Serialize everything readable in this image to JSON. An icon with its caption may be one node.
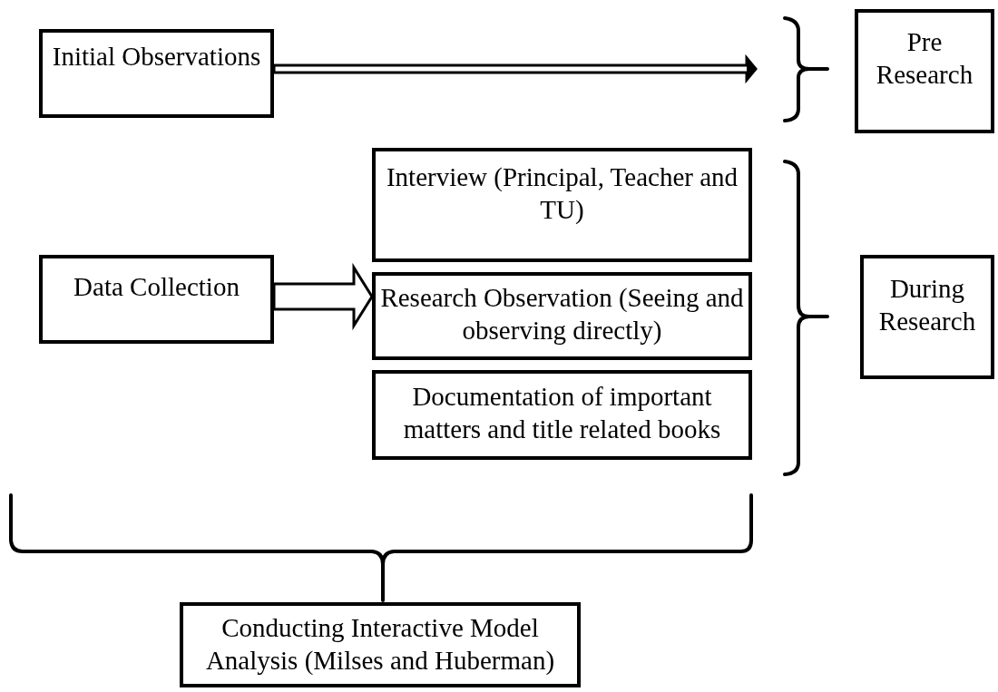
{
  "diagram": {
    "nodes": [
      {
        "text": [
          "Initial Observations"
        ]
      },
      {
        "text": [
          "Pre Research"
        ]
      },
      {
        "text": [
          "Data Collection"
        ]
      },
      {
        "text": [
          "Interview (Principal, Teacher and TU)"
        ]
      },
      {
        "text": [
          "Research Observation (Seeing and observing directly)"
        ]
      },
      {
        "text": [
          "Documentation of important matters and title related books"
        ]
      },
      {
        "text": [
          "During Research"
        ]
      },
      {
        "text": [
          "Conducting Interactive Model Analysis (Milses and Huberman)"
        ]
      }
    ],
    "edges": [
      {
        "from": 0,
        "to": null,
        "arrow": "to",
        "style": "thick"
      },
      {
        "from": 2,
        "to": 4,
        "arrow": "to",
        "style": "thick"
      }
    ]
  }
}
